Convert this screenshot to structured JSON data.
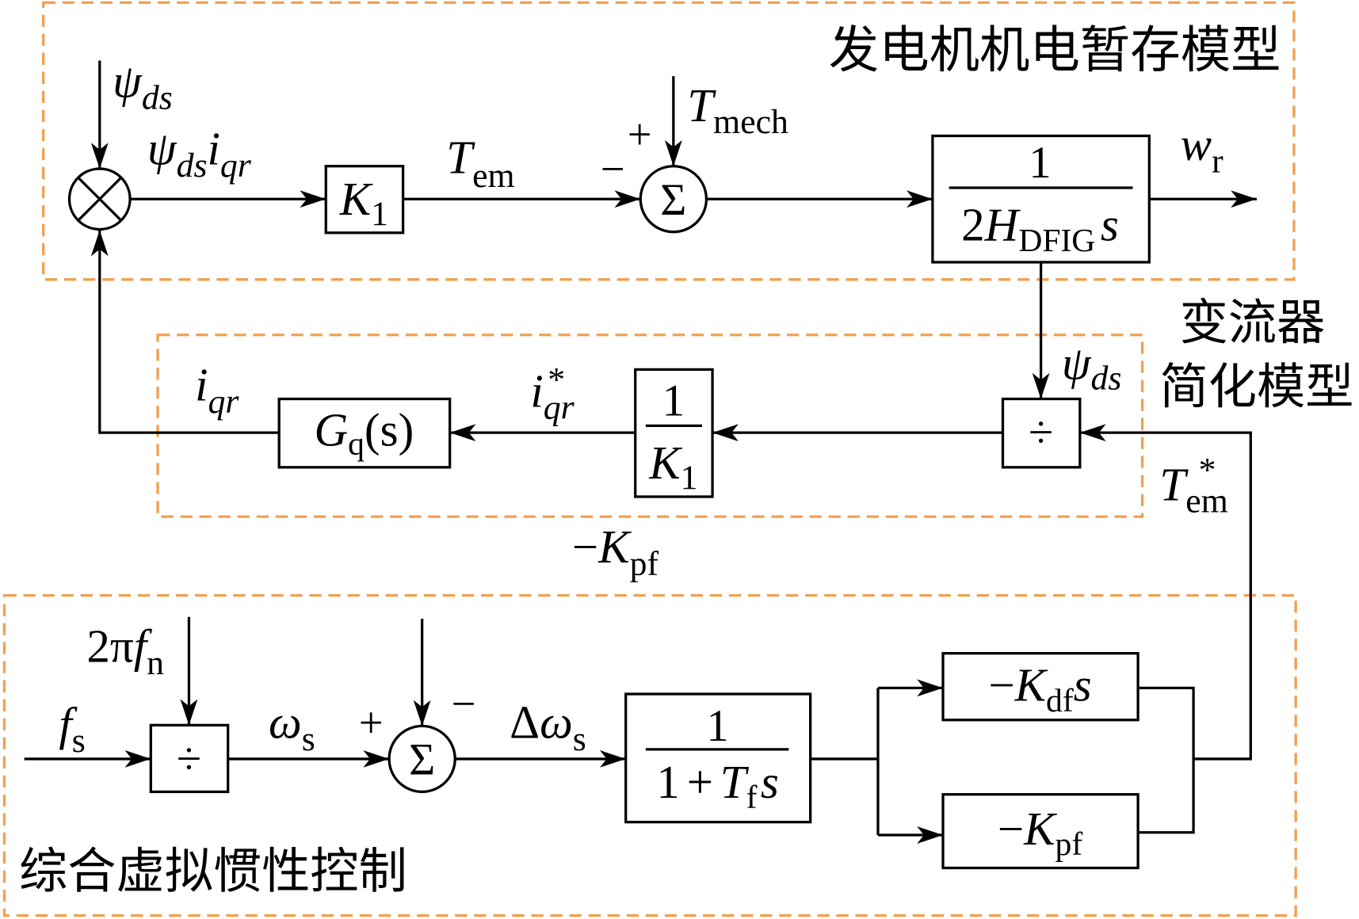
{
  "regions": {
    "generator_model": "发电机机电暂存模型",
    "converter_model_line1": "变流器",
    "converter_model_line2": "简化模型",
    "virtual_inertia_control": "综合虚拟惯性控制"
  },
  "signals": {
    "psi_ds_input": {
      "main": "ψ",
      "sub": "ds"
    },
    "psi_ds_iqr": {
      "main1": "ψ",
      "sub1": "ds",
      "main2": "i",
      "sub2": "qr"
    },
    "t_em": {
      "main": "T",
      "sub": "em"
    },
    "t_mech": {
      "main": "T",
      "sub": "mech"
    },
    "w_r": {
      "main": "w",
      "sub": "r"
    },
    "psi_ds_divisor": {
      "main": "ψ",
      "sub": "ds"
    },
    "t_em_ref": {
      "main": "T",
      "sup": "*",
      "sub": "em"
    },
    "i_qr_ref": {
      "main": "i",
      "sup": "*",
      "sub": "qr"
    },
    "i_qr": {
      "main": "i",
      "sub": "qr"
    },
    "neg_k_pf": {
      "minus": "−",
      "main": "K",
      "sub": "pf"
    },
    "two_pi_f_n": {
      "prefix": "2π",
      "main": "f",
      "sub": "n"
    },
    "f_s": {
      "main": "f",
      "sub": "s"
    },
    "omega_s": {
      "main": "ω",
      "sub": "s"
    },
    "delta_omega_s": {
      "prefix": "Δ",
      "main": "ω",
      "sub": "s"
    }
  },
  "operators": {
    "sum_symbol": "Σ",
    "divide_symbol": "÷",
    "top_sum_plus": "+",
    "top_sum_minus": "−",
    "bottom_sum_plus": "+",
    "bottom_sum_minus": "−"
  },
  "blocks": {
    "gain_k1": {
      "main": "K",
      "sub": "1"
    },
    "inertia": {
      "num": "1",
      "den_prefix": "2",
      "den_main": "H",
      "den_sub": "DFIG",
      "den_tail": "s"
    },
    "inverse_k1": {
      "num": "1",
      "den_main": "K",
      "den_sub": "1"
    },
    "current_loop": {
      "main": "G",
      "sub": "q",
      "tail": "(s)"
    },
    "filter": {
      "num": "1",
      "den_prefix": "1+",
      "den_main": "T",
      "den_sub": "f",
      "den_tail": "s"
    },
    "derivative_gain": {
      "minus": "−",
      "main": "K",
      "sub": "df",
      "tail": "s"
    },
    "proportional_gain": {
      "minus": "−",
      "main": "K",
      "sub": "pf"
    }
  },
  "colors": {
    "region_border": "#F0A050",
    "line": "#000000"
  }
}
